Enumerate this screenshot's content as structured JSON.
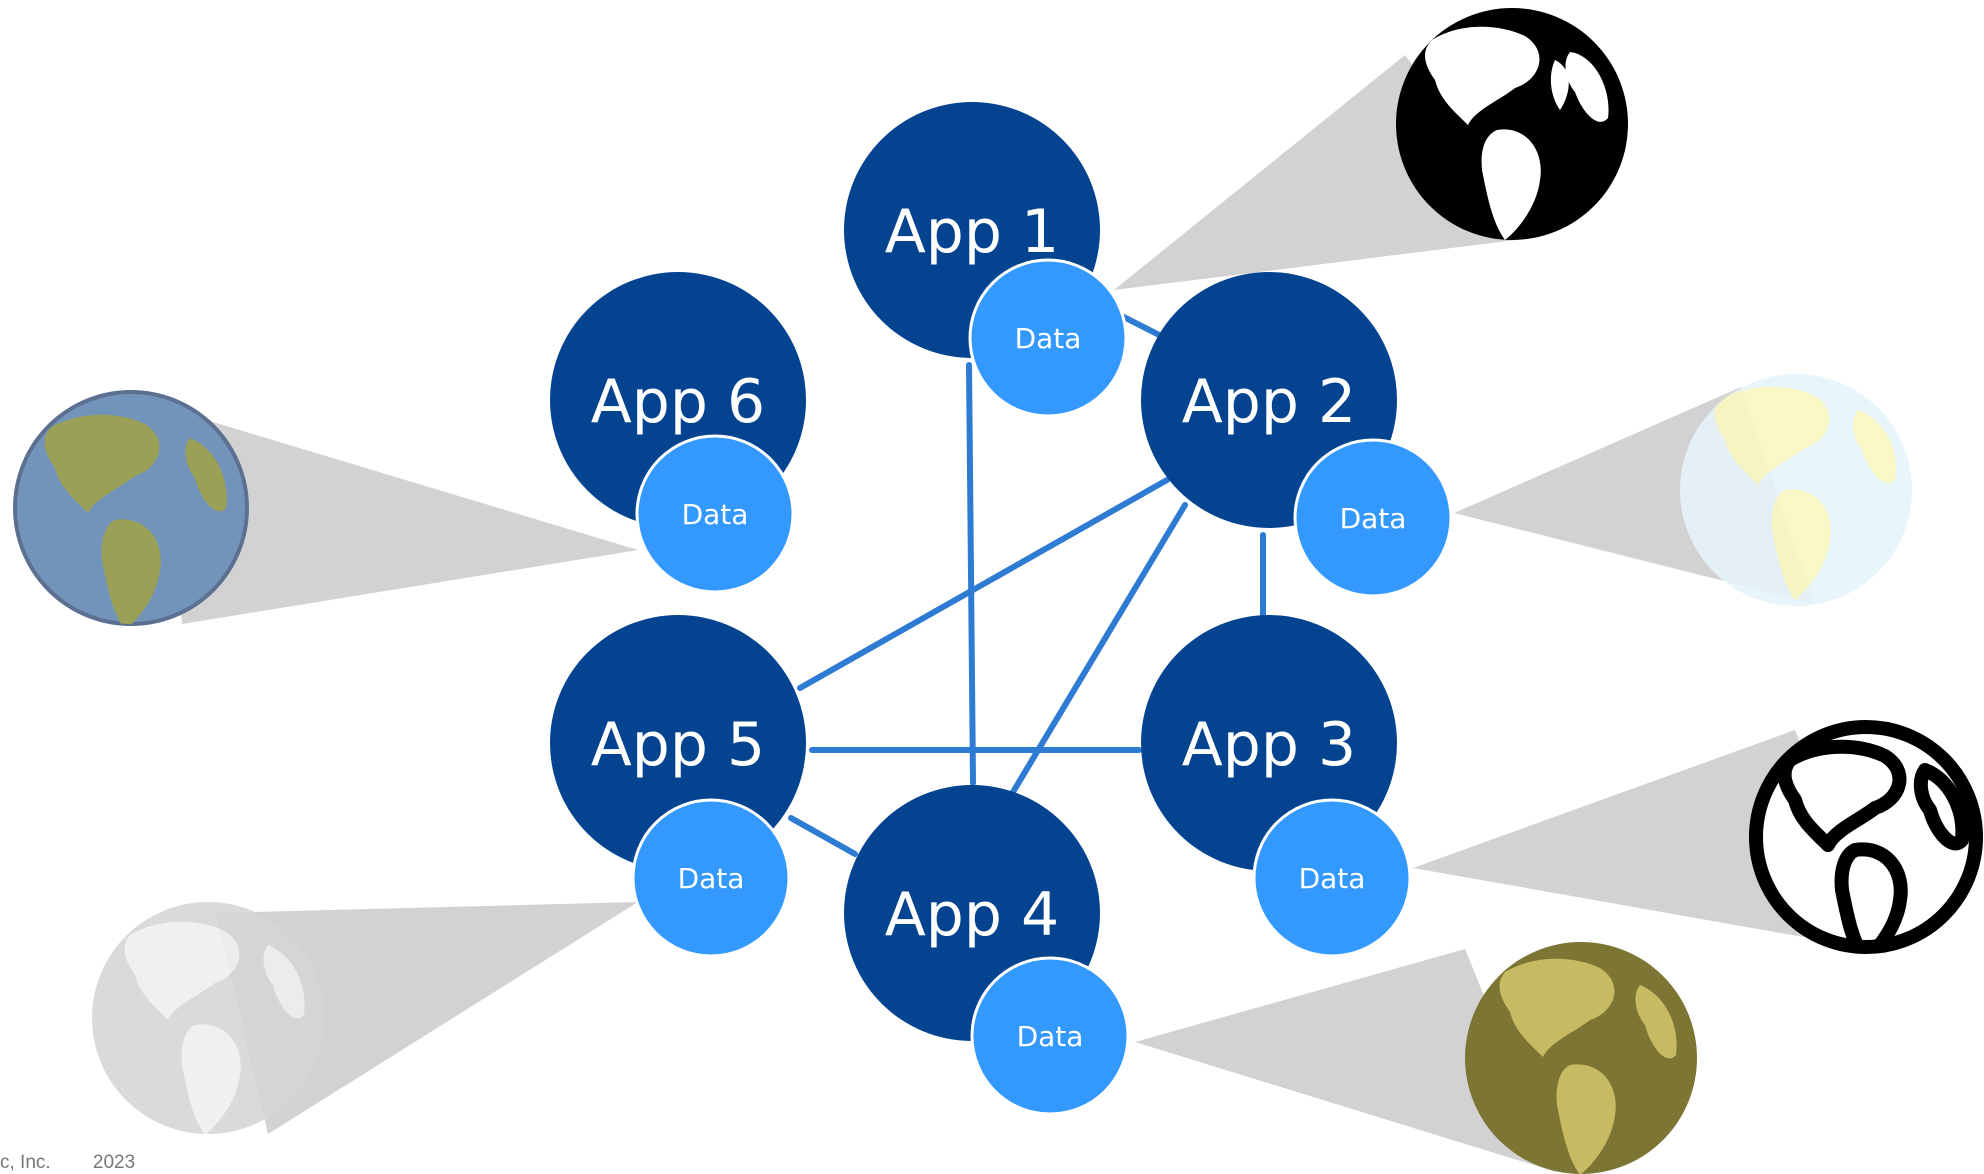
{
  "colors": {
    "app_circle": "#034390",
    "data_circle": "#3399ff",
    "connector": "#2e7bd3",
    "beam": "#d2d2d2"
  },
  "apps": [
    {
      "id": "app1",
      "label": "App 1",
      "data_label": "Data",
      "globe_style": "black-silhouette"
    },
    {
      "id": "app2",
      "label": "App 2",
      "data_label": "Data",
      "globe_style": "pale-yellow-blue"
    },
    {
      "id": "app3",
      "label": "App 3",
      "data_label": "Data",
      "globe_style": "black-white-outline"
    },
    {
      "id": "app4",
      "label": "App 4",
      "data_label": "Data",
      "globe_style": "olive-tone"
    },
    {
      "id": "app5",
      "label": "App 5",
      "data_label": "Data",
      "globe_style": "light-gray"
    },
    {
      "id": "app6",
      "label": "App 6",
      "data_label": "Data",
      "globe_style": "blue-green-color"
    }
  ],
  "connections": [
    [
      "app1",
      "app2"
    ],
    [
      "app1",
      "app4"
    ],
    [
      "app2",
      "app3"
    ],
    [
      "app2",
      "app5"
    ],
    [
      "app2",
      "app4"
    ],
    [
      "app5",
      "app3"
    ],
    [
      "app5",
      "app4"
    ]
  ],
  "footer": {
    "text": "c, Inc.        2023"
  }
}
